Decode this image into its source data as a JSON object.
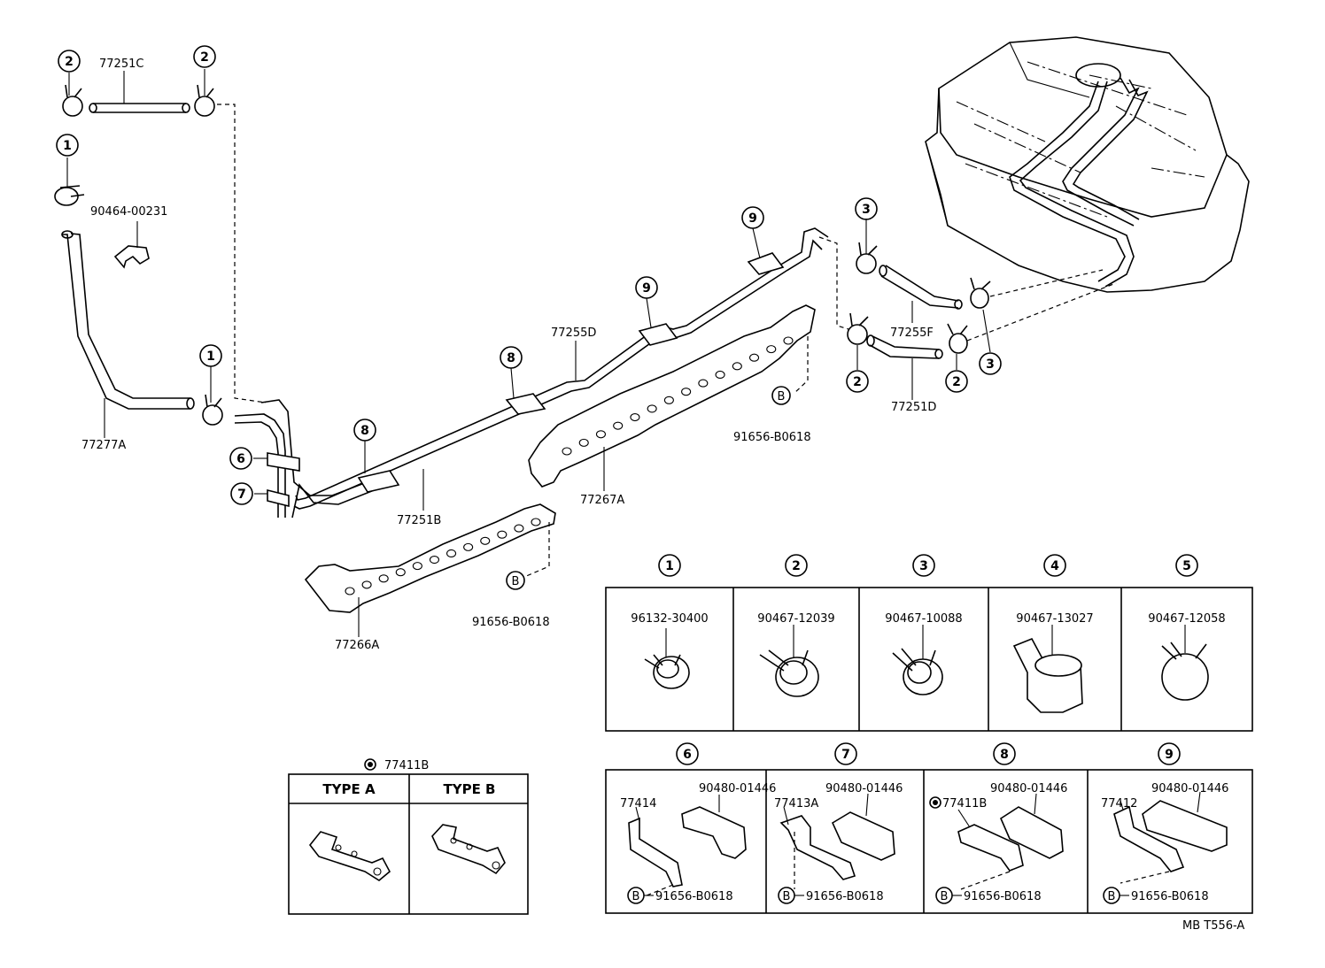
{
  "labels": {
    "p77251C": "77251C",
    "p90464_00231": "90464-00231",
    "p77277A": "77277A",
    "p77255D": "77255D",
    "p77255F": "77255F",
    "p77251D": "77251D",
    "p77251B": "77251B",
    "p77267A": "77267A",
    "p77266A": "77266A",
    "p91656_B0618_a": "91656-B0618",
    "p91656_B0618_b": "91656-B0618",
    "code": "MB T556-A"
  },
  "callouts": {
    "c1": "1",
    "c2": "2",
    "c3": "3",
    "c4": "4",
    "c5": "5",
    "c6": "6",
    "c7": "7",
    "c8": "8",
    "c9": "9",
    "cB": "B"
  },
  "clamp_table": [
    {
      "num": "1",
      "part": "96132-30400"
    },
    {
      "num": "2",
      "part": "90467-12039"
    },
    {
      "num": "3",
      "part": "90467-10088"
    },
    {
      "num": "4",
      "part": "90467-13027"
    },
    {
      "num": "5",
      "part": "90467-12058"
    }
  ],
  "bracket_table": [
    {
      "num": "6",
      "bracket": "77414",
      "clamp": "90480-01446",
      "bolt": "91656-B0618"
    },
    {
      "num": "7",
      "bracket": "77413A",
      "clamp": "90480-01446",
      "bolt": "91656-B0618"
    },
    {
      "num": "8",
      "bracket": "77411B",
      "clamp": "90480-01446",
      "bolt": "91656-B0618"
    },
    {
      "num": "9",
      "bracket": "77412",
      "clamp": "90480-01446",
      "bolt": "91656-B0618"
    }
  ],
  "type_table": {
    "part": "77411B",
    "type_a": "TYPE A",
    "type_b": "TYPE B"
  }
}
